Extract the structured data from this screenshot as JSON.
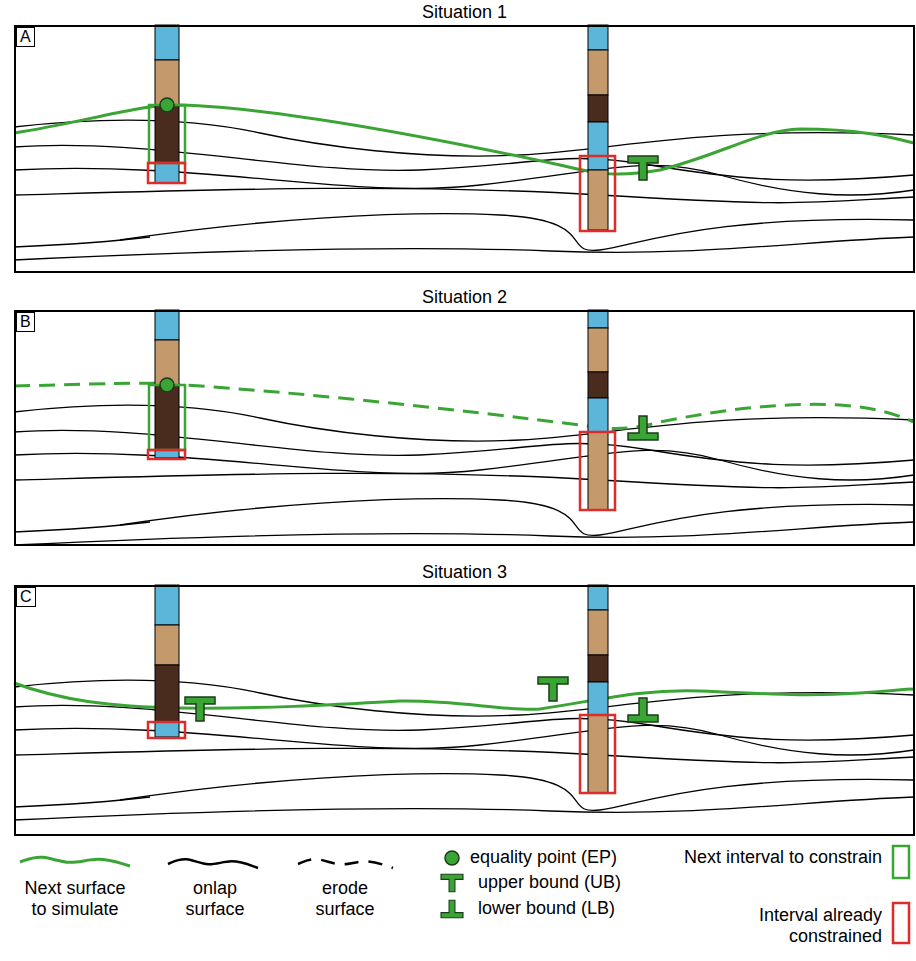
{
  "diagram": {
    "nodes": [
      {
        "text": [
          "Situation 1",
          "A"
        ]
      },
      {
        "text": [
          "Situation 2",
          "B"
        ]
      },
      {
        "text": [
          "Situation 3",
          "C"
        ]
      }
    ],
    "legend": [
      {
        "text": "Next surface to simulate"
      },
      {
        "text": "onlap surface"
      },
      {
        "text": "erode surface"
      },
      {
        "text": "equality point (EP)"
      },
      {
        "text": "upper bound (UB)"
      },
      {
        "text": "lower bound (LB)"
      },
      {
        "text": "Next interval to constrain"
      },
      {
        "text": "Interval already constrained"
      }
    ]
  }
}
